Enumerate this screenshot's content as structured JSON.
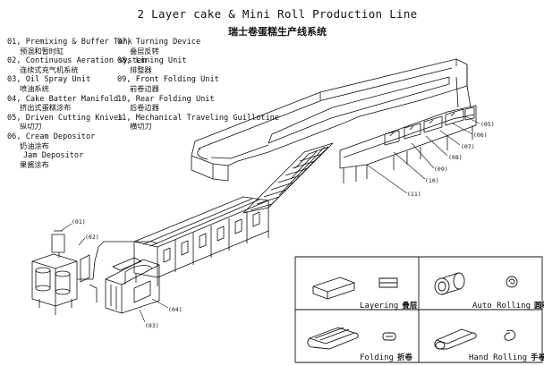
{
  "title": "2 Layer cake & Mini Roll Production Line",
  "subtitle": "瑞士卷蛋糕生产线系统",
  "legend_left": [
    {
      "en": "01, Premixing & Buffer Tank",
      "cn": "预混和暂时缸"
    },
    {
      "en": "02, Continuous Aeration system",
      "cn": "连续式充气机系统"
    },
    {
      "en": "03, Oil Spray Unit",
      "cn": "喷油系统"
    },
    {
      "en": "04, Cake Batter Manifold",
      "cn": "挤出式蛋糕涂布"
    },
    {
      "en": "05, Driven Cutting Knives",
      "cn": "纵切刀"
    },
    {
      "en": "06, Cream Depositor",
      "cn": "奶油涂布"
    },
    {
      "en": "Jam Depositor",
      "cn": "果酱涂布"
    }
  ],
  "legend_right": [
    {
      "en": "07, Turning Device",
      "cn": "叠层反转"
    },
    {
      "en": "08, Lining Unit",
      "cn": "排整器"
    },
    {
      "en": "09, Front Folding Unit",
      "cn": "前卷边器"
    },
    {
      "en": "10, Rear Folding Unit",
      "cn": "后卷边器"
    },
    {
      "en": "11, Mechanical Traveling Guillotine",
      "cn": "横切刀"
    }
  ],
  "callouts": [
    "(01)",
    "(02)",
    "(03)",
    "(04)",
    "(05)",
    "(06)",
    "(07)",
    "(08)",
    "(09)",
    "(10)",
    "(11)"
  ],
  "panels": {
    "layering": {
      "en": "Layering",
      "cn": "叠层"
    },
    "auto_rolling": {
      "en": "Auto Rolling",
      "cn": "圆卷"
    },
    "folding": {
      "en": "Folding",
      "cn": "折卷"
    },
    "hand_rolling": {
      "en": "Hand Rolling",
      "cn": "手卷"
    }
  }
}
